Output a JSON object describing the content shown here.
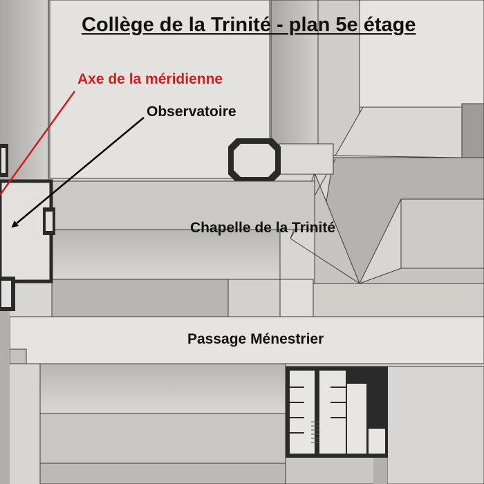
{
  "map": {
    "title": "Collège de la Trinité - plan 5e étage",
    "labels": {
      "meridian_axis": "Axe de la méridienne",
      "observatory": "Observatoire",
      "chapel": "Chapelle de la Trinité",
      "passage": "Passage Ménestrier"
    },
    "colors": {
      "meridian_axis": "#d51b1b",
      "observatory_arrow": "#000000",
      "paper": "#e6e4e0",
      "wash_dark": "#a9a7a3",
      "wash_mid": "#c4c2be",
      "ink": "#2a2a2a"
    }
  }
}
